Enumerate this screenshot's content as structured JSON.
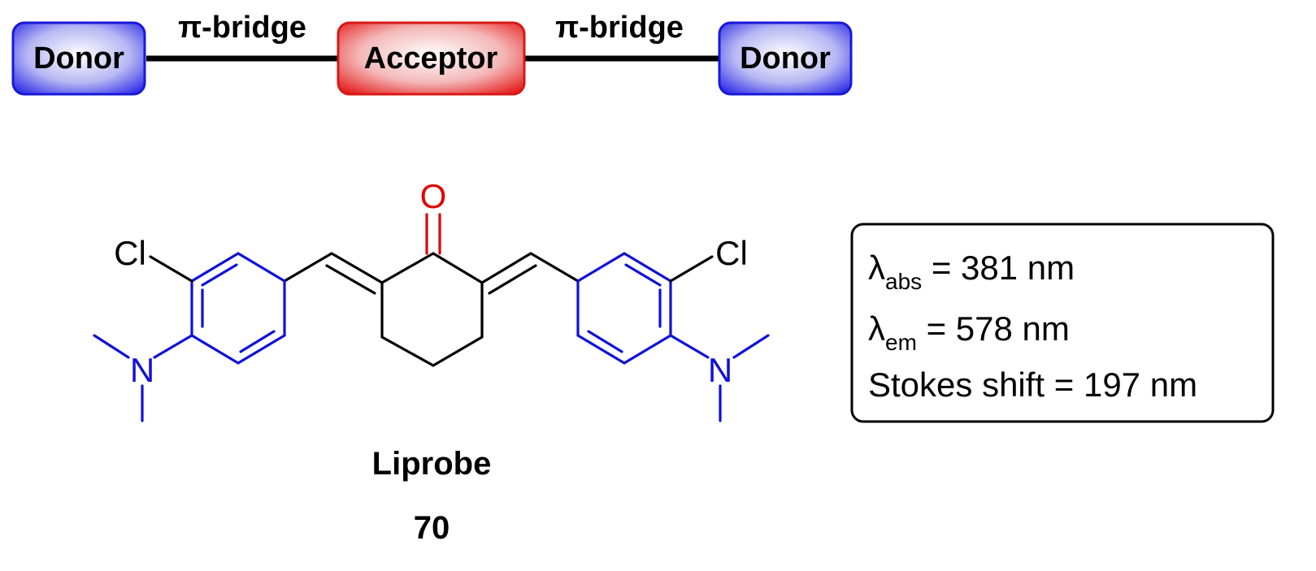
{
  "scheme": {
    "blocks": [
      {
        "id": "donor-left",
        "label": "Donor",
        "color": "#2020e0"
      },
      {
        "id": "acceptor",
        "label": "Acceptor",
        "color": "#e01010"
      },
      {
        "id": "donor-right",
        "label": "Donor",
        "color": "#2020e0"
      }
    ],
    "bridges": [
      {
        "id": "bridge-left",
        "label": "π-bridge"
      },
      {
        "id": "bridge-right",
        "label": "π-bridge"
      }
    ]
  },
  "molecule": {
    "oxygen_label": "O",
    "chlorine_left": "Cl",
    "chlorine_right": "Cl",
    "nitrogen_left": "N",
    "nitrogen_right": "N",
    "name": "Liprobe",
    "number": "70",
    "donor_color": "#1010d8",
    "carbonyl_color": "#e00000"
  },
  "properties": {
    "abs_symbol": "λ",
    "abs_sub": "abs",
    "abs_value": " = 381 nm",
    "em_symbol": "λ",
    "em_sub": "em",
    "em_value": " = 578 nm",
    "stokes": "Stokes shift = 197 nm"
  }
}
